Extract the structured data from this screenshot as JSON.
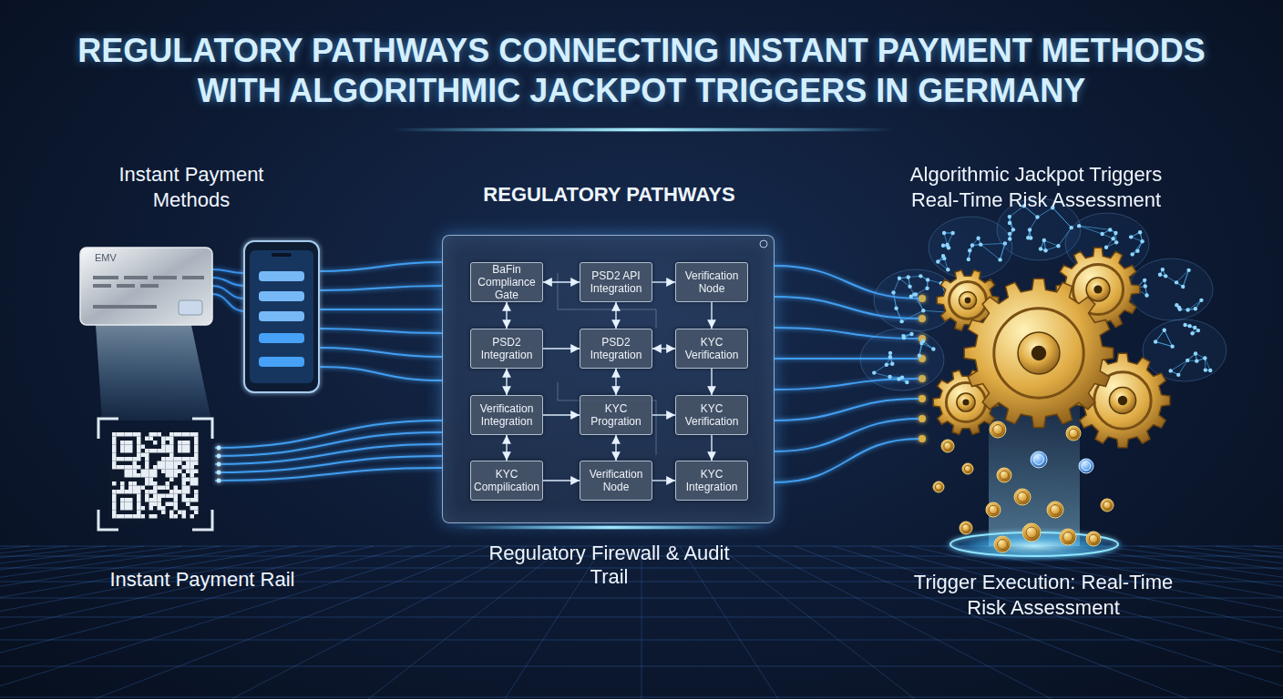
{
  "diagram": {
    "title": "REGULATORY PATHWAYS CONNECTING INSTANT PAYMENT METHODS WITH ALGORITHMIC JACKPOT TRIGGERS IN GERMANY",
    "nodes": [
      {
        "text": [
          "REGULATORY PATHWAYS",
          "Regulatory Firewall & Audit Trail"
        ]
      },
      {
        "text": [
          "BaFin Compliance Gate"
        ],
        "in": 0
      },
      {
        "text": [
          "PSD2 API Integration"
        ],
        "in": 0
      },
      {
        "text": [
          "Verification Node"
        ],
        "in": 0
      },
      {
        "text": [
          "PSD2 Integration"
        ],
        "in": 0
      },
      {
        "text": [
          "PSD2 Integration"
        ],
        "in": 0
      },
      {
        "text": [
          "KYC Verification"
        ],
        "in": 0
      },
      {
        "text": [
          "Verification Integration"
        ],
        "in": 0
      },
      {
        "text": [
          "KYC Progration"
        ],
        "in": 0
      },
      {
        "text": [
          "KYC Verification"
        ],
        "in": 0
      },
      {
        "text": [
          "KYC Compilication"
        ],
        "in": 0
      },
      {
        "text": [
          "Verification Node"
        ],
        "in": 0
      },
      {
        "text": [
          "KYC Integration"
        ],
        "in": 0
      }
    ],
    "edges": [
      {
        "from": 1,
        "to": 2,
        "arrow": "both"
      },
      {
        "from": 2,
        "to": 3,
        "arrow": "to"
      },
      {
        "from": 1,
        "to": 4,
        "arrow": "both"
      },
      {
        "from": 2,
        "to": 5,
        "arrow": "both"
      },
      {
        "from": 3,
        "to": 6,
        "arrow": "to"
      },
      {
        "from": 4,
        "to": 5,
        "arrow": "to"
      },
      {
        "from": 5,
        "to": 6,
        "arrow": "both"
      },
      {
        "from": 4,
        "to": 7,
        "arrow": "both"
      },
      {
        "from": 5,
        "to": 8,
        "arrow": "both"
      },
      {
        "from": 6,
        "to": 9,
        "arrow": "to"
      },
      {
        "from": 7,
        "to": 8,
        "arrow": "to"
      },
      {
        "from": 8,
        "to": 9,
        "arrow": "to"
      },
      {
        "from": 7,
        "to": 10,
        "arrow": "both"
      },
      {
        "from": 8,
        "to": 11,
        "arrow": "both"
      },
      {
        "from": 9,
        "to": 12,
        "arrow": "to"
      },
      {
        "from": 10,
        "to": 11,
        "arrow": "to"
      },
      {
        "from": 11,
        "to": 12,
        "arrow": "to"
      }
    ],
    "labels": [
      "Instant Payment Methods",
      "EMV",
      "Instant Payment Rail",
      "Algorithmic Jackpot Triggers Real-Time Risk Assessment",
      "Trigger Execution: Real-Time Risk Assessment"
    ]
  }
}
